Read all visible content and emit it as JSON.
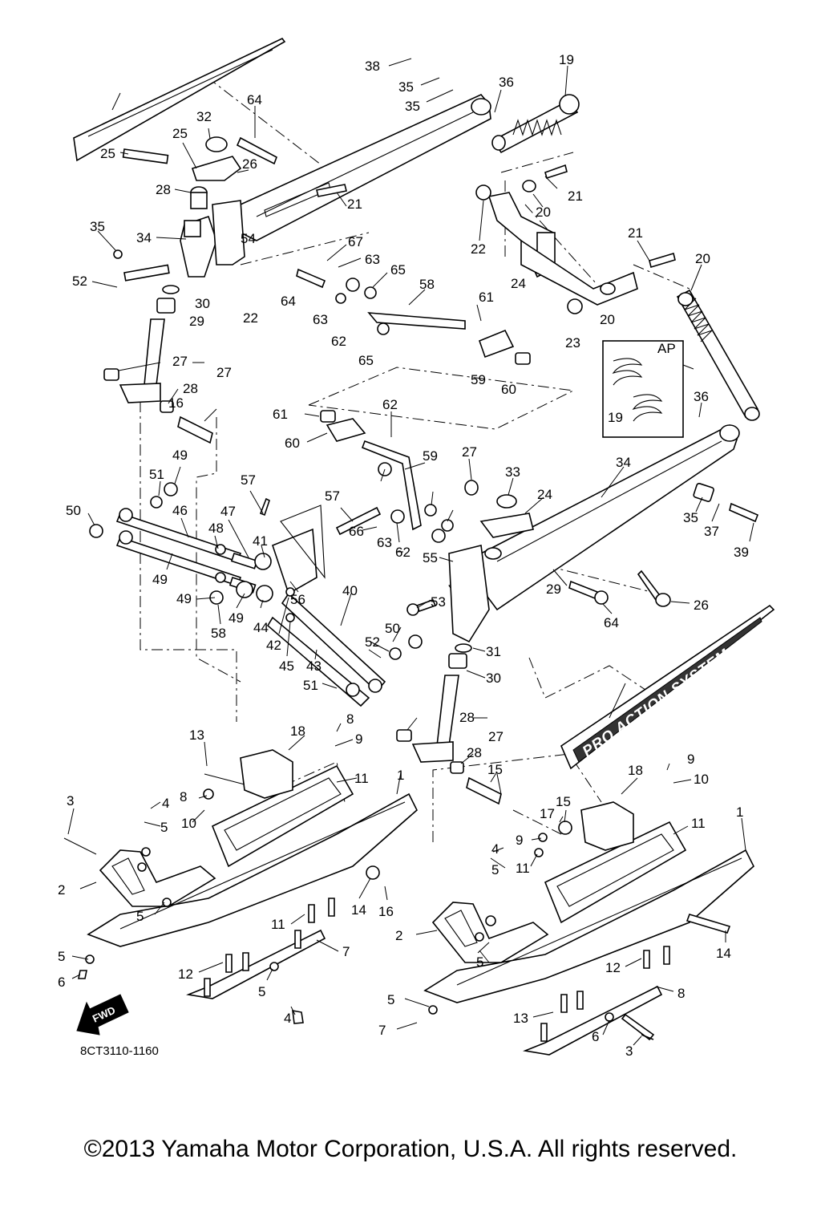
{
  "diagram_code": "8CT3110-1160",
  "fwd_label": "FWD",
  "ap_label": "AP",
  "decal_text": "PRO ACTION SYSTEM",
  "copyright": "©2013 Yamaha Motor Corporation, U.S.A. All rights reserved.",
  "callouts": [
    "1",
    "1",
    "2",
    "2",
    "3",
    "3",
    "4",
    "4",
    "4",
    "5",
    "5",
    "5",
    "5",
    "5",
    "5",
    "5",
    "6",
    "6",
    "7",
    "7",
    "8",
    "8",
    "8",
    "9",
    "9",
    "9",
    "10",
    "10",
    "11",
    "11",
    "11",
    "11",
    "12",
    "12",
    "13",
    "13",
    "14",
    "14",
    "15",
    "15",
    "16",
    "16",
    "17",
    "18",
    "18",
    "19",
    "19",
    "20",
    "20",
    "20",
    "21",
    "21",
    "21",
    "22",
    "22",
    "23",
    "24",
    "24",
    "25",
    "25",
    "26",
    "26",
    "27",
    "27",
    "27",
    "27",
    "28",
    "28",
    "28",
    "28",
    "29",
    "29",
    "30",
    "30",
    "31",
    "32",
    "33",
    "34",
    "34",
    "35",
    "35",
    "35",
    "35",
    "36",
    "36",
    "37",
    "38",
    "39",
    "40",
    "41",
    "42",
    "43",
    "44",
    "45",
    "46",
    "47",
    "48",
    "49",
    "49",
    "49",
    "49",
    "50",
    "50",
    "51",
    "51",
    "52",
    "52",
    "53",
    "54",
    "55",
    "56",
    "57",
    "57",
    "58",
    "58",
    "59",
    "59",
    "60",
    "60",
    "61",
    "61",
    "62",
    "62",
    "62",
    "63",
    "63",
    "63",
    "64",
    "64",
    "64",
    "65",
    "65",
    "66",
    "67"
  ]
}
